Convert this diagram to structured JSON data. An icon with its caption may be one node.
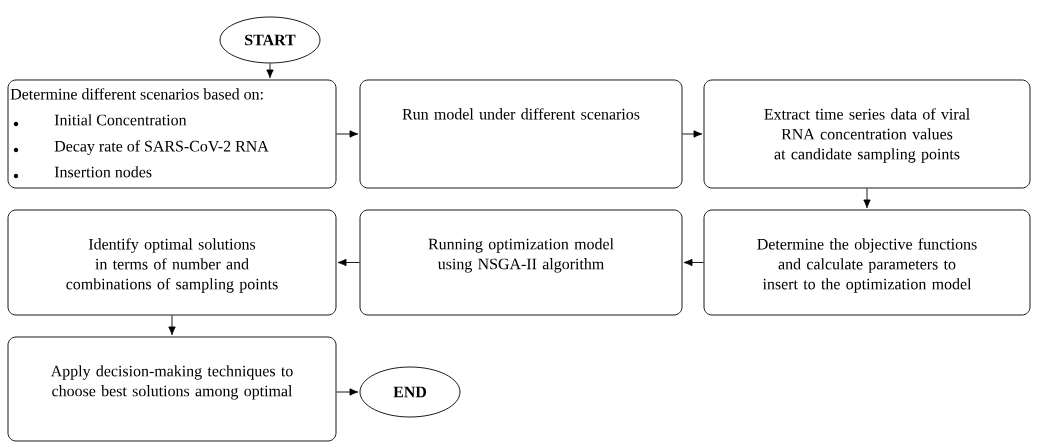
{
  "diagram": {
    "nodes": [
      {
        "text": [
          "START"
        ]
      },
      {
        "text": [
          "Determine different scenarios based on:",
          "Initial Concentration",
          "Decay rate of SARS-CoV-2 RNA",
          "Insertion nodes"
        ]
      },
      {
        "text": [
          "Run model under different scenarios"
        ]
      },
      {
        "text": [
          "Extract time series data of viral RNA concentration values at candidate sampling points"
        ]
      },
      {
        "text": [
          "Identify optimal solutions in terms of number and combinations of sampling points"
        ]
      },
      {
        "text": [
          "Running optimization model using NSGA-II algorithm"
        ]
      },
      {
        "text": [
          "Determine the objective functions and calculate parameters to insert to the optimization model"
        ]
      },
      {
        "text": [
          "Apply decision-making techniques to choose best solutions among optimal"
        ]
      },
      {
        "text": [
          "END"
        ]
      }
    ],
    "edges": [
      {
        "from": 0,
        "to": 1,
        "arrow": "to"
      },
      {
        "from": 1,
        "to": 2,
        "arrow": "to"
      },
      {
        "from": 2,
        "to": 3,
        "arrow": "to"
      },
      {
        "from": 3,
        "to": 6,
        "arrow": "to"
      },
      {
        "from": 6,
        "to": 5,
        "arrow": "to"
      },
      {
        "from": 5,
        "to": 4,
        "arrow": "to"
      },
      {
        "from": 4,
        "to": 7,
        "arrow": "to"
      },
      {
        "from": 7,
        "to": 8,
        "arrow": "to"
      }
    ]
  }
}
